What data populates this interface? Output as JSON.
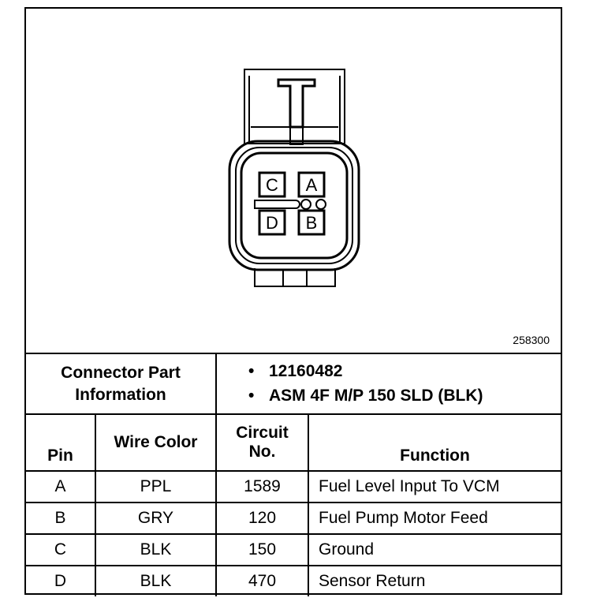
{
  "figure_number": "258300",
  "connector": {
    "cavity_labels": [
      "A",
      "B",
      "C",
      "D"
    ]
  },
  "connector_info": {
    "label_line1": "Connector Part",
    "label_line2": "Information",
    "items": [
      "12160482",
      "ASM 4F M/P 150 SLD (BLK)"
    ]
  },
  "pin_table": {
    "headers": {
      "pin": "Pin",
      "wire_color": "Wire Color",
      "circuit_line1": "Circuit",
      "circuit_line2": "No.",
      "function": "Function"
    },
    "rows": [
      {
        "pin": "A",
        "wire_color": "PPL",
        "circuit": "1589",
        "function": "Fuel Level Input To VCM"
      },
      {
        "pin": "B",
        "wire_color": "GRY",
        "circuit": "120",
        "function": "Fuel Pump Motor Feed"
      },
      {
        "pin": "C",
        "wire_color": "BLK",
        "circuit": "150",
        "function": "Ground"
      },
      {
        "pin": "D",
        "wire_color": "BLK",
        "circuit": "470",
        "function": "Sensor Return"
      }
    ]
  }
}
